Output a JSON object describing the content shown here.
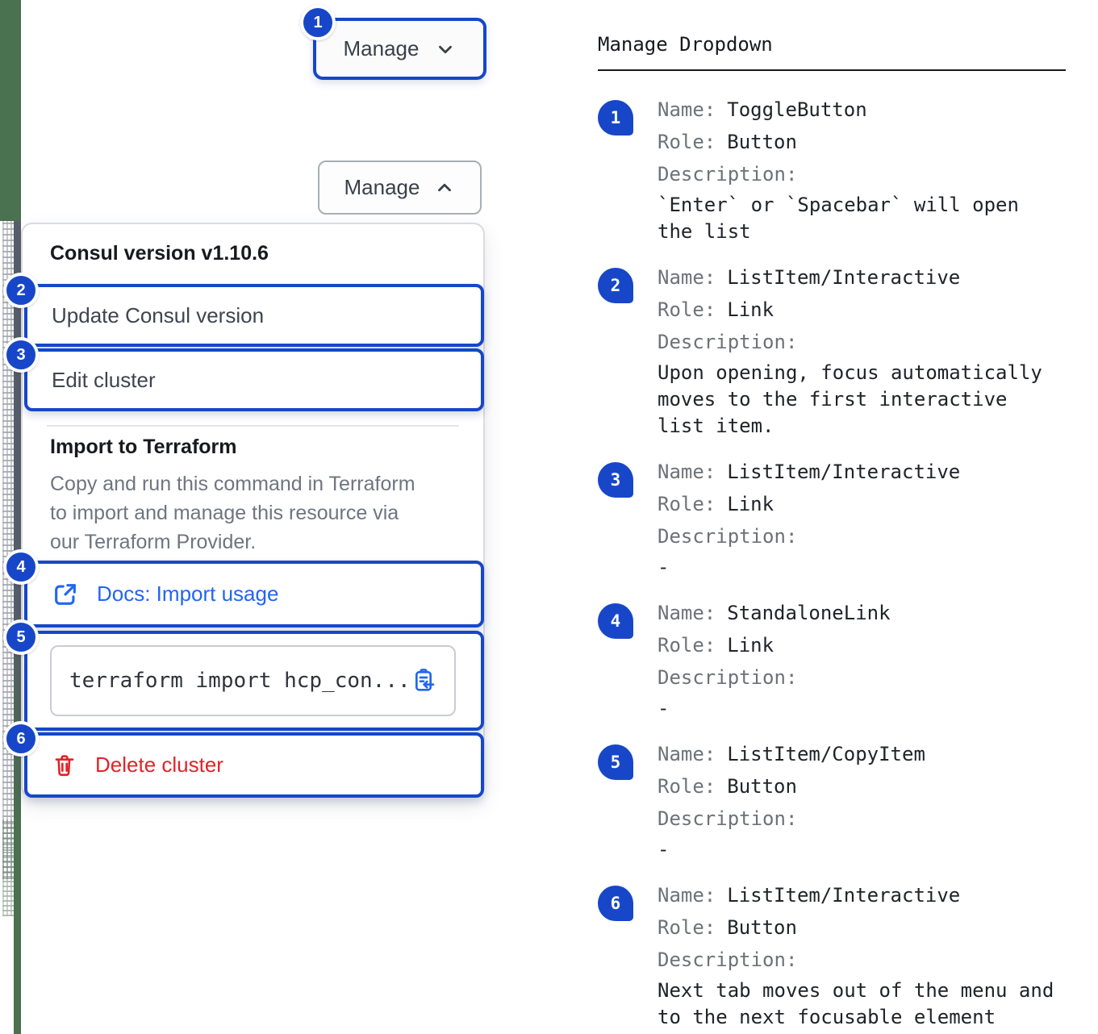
{
  "colors": {
    "accent_blue": "#1747c8",
    "link_blue": "#2166f2",
    "danger_red": "#e02428",
    "stripe_green": "#4a7150",
    "stripe_slate": "#585f6c"
  },
  "left": {
    "toggle_collapsed": {
      "badge": "1",
      "label": "Manage"
    },
    "toggle_expanded": {
      "label": "Manage"
    },
    "dropdown": {
      "version_header": "Consul version v1.10.6",
      "items": [
        {
          "badge": "2",
          "label": "Update Consul version"
        },
        {
          "badge": "3",
          "label": "Edit cluster"
        }
      ],
      "import_title": "Import to Terraform",
      "import_description_lines": [
        "Copy and run this command in Terraform",
        "to import and manage this resource via",
        "our Terraform Provider."
      ],
      "docs_link": {
        "badge": "4",
        "label": "Docs: Import usage"
      },
      "copy_item": {
        "badge": "5",
        "command": "terraform import hcp_con..."
      },
      "delete_item": {
        "badge": "6",
        "label": "Delete cluster"
      }
    }
  },
  "right": {
    "heading": "Manage Dropdown",
    "labels": {
      "name": "Name:",
      "role": "Role:",
      "description": "Description:"
    },
    "entries": [
      {
        "num": "1",
        "name": "ToggleButton",
        "role": "Button",
        "description_lines": [
          "`Enter` or `Spacebar` will open",
          "the list"
        ]
      },
      {
        "num": "2",
        "name": "ListItem/Interactive",
        "role": "Link",
        "description_lines": [
          "Upon opening, focus automatically",
          "moves to the first interactive",
          "list item."
        ]
      },
      {
        "num": "3",
        "name": "ListItem/Interactive",
        "role": "Link",
        "description_lines": [
          "-"
        ]
      },
      {
        "num": "4",
        "name": "StandaloneLink",
        "role": "Link",
        "description_lines": [
          "-"
        ]
      },
      {
        "num": "5",
        "name": "ListItem/CopyItem",
        "role": "Button",
        "description_lines": [
          "-"
        ]
      },
      {
        "num": "6",
        "name": "ListItem/Interactive",
        "role": "Button",
        "description_lines": [
          "Next tab moves out of the menu and",
          "to the next focusable element"
        ]
      }
    ]
  }
}
